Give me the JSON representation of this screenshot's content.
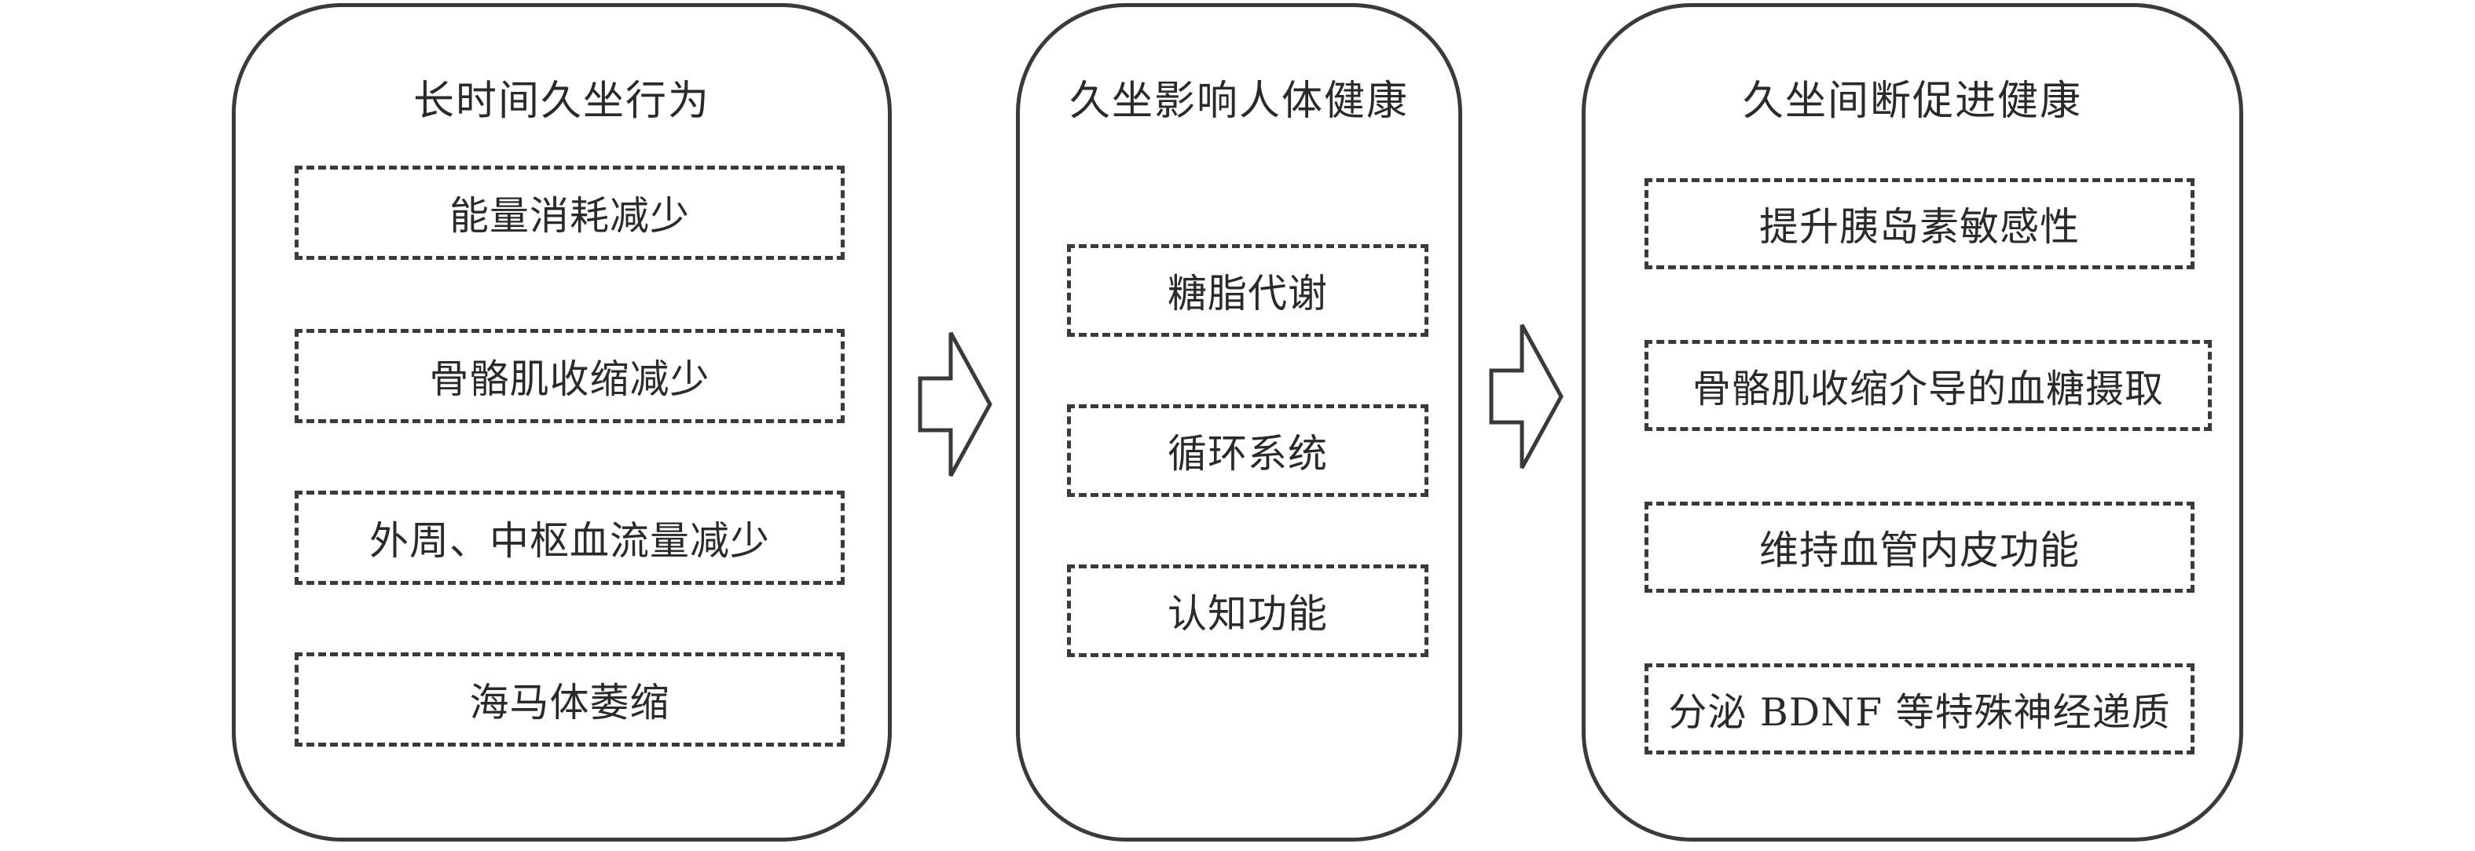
{
  "panels": [
    {
      "title": "长时间久坐行为",
      "items": [
        "能量消耗减少",
        "骨骼肌收缩减少",
        "外周、中枢血流量减少",
        "海马体萎缩"
      ]
    },
    {
      "title": "久坐影响人体健康",
      "items": [
        "糖脂代谢",
        "循环系统",
        "认知功能"
      ]
    },
    {
      "title": "久坐间断促进健康",
      "items": [
        "提升胰岛素敏感性",
        "骨骼肌收缩介导的血糖摄取",
        "维持血管内皮功能",
        "分泌 BDNF 等特殊神经递质"
      ]
    }
  ],
  "arrows": [
    "arrow-right-icon",
    "arrow-right-icon"
  ]
}
